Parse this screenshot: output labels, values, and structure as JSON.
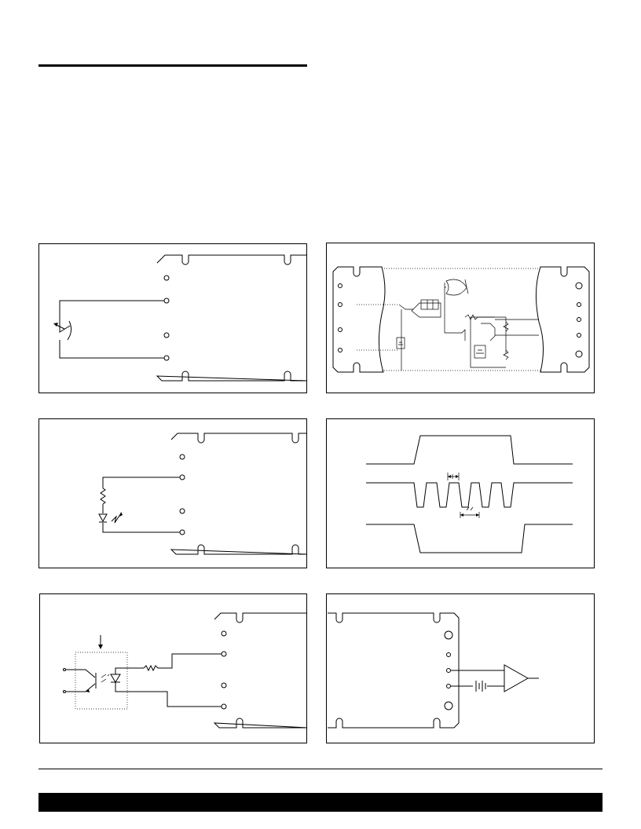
{
  "document": {
    "panels": [
      {
        "id": "panel-1",
        "subject": "switch-contact-input"
      },
      {
        "id": "panel-2",
        "subject": "io-module-internal-circuit"
      },
      {
        "id": "panel-3",
        "subject": "led-resistor-output"
      },
      {
        "id": "panel-4",
        "subject": "pulse-timing-waveforms"
      },
      {
        "id": "panel-5",
        "subject": "optocoupler-input"
      },
      {
        "id": "panel-6",
        "subject": "amplifier-with-battery-source"
      }
    ]
  },
  "colors": {
    "ink": "#000000",
    "paper": "#ffffff"
  }
}
